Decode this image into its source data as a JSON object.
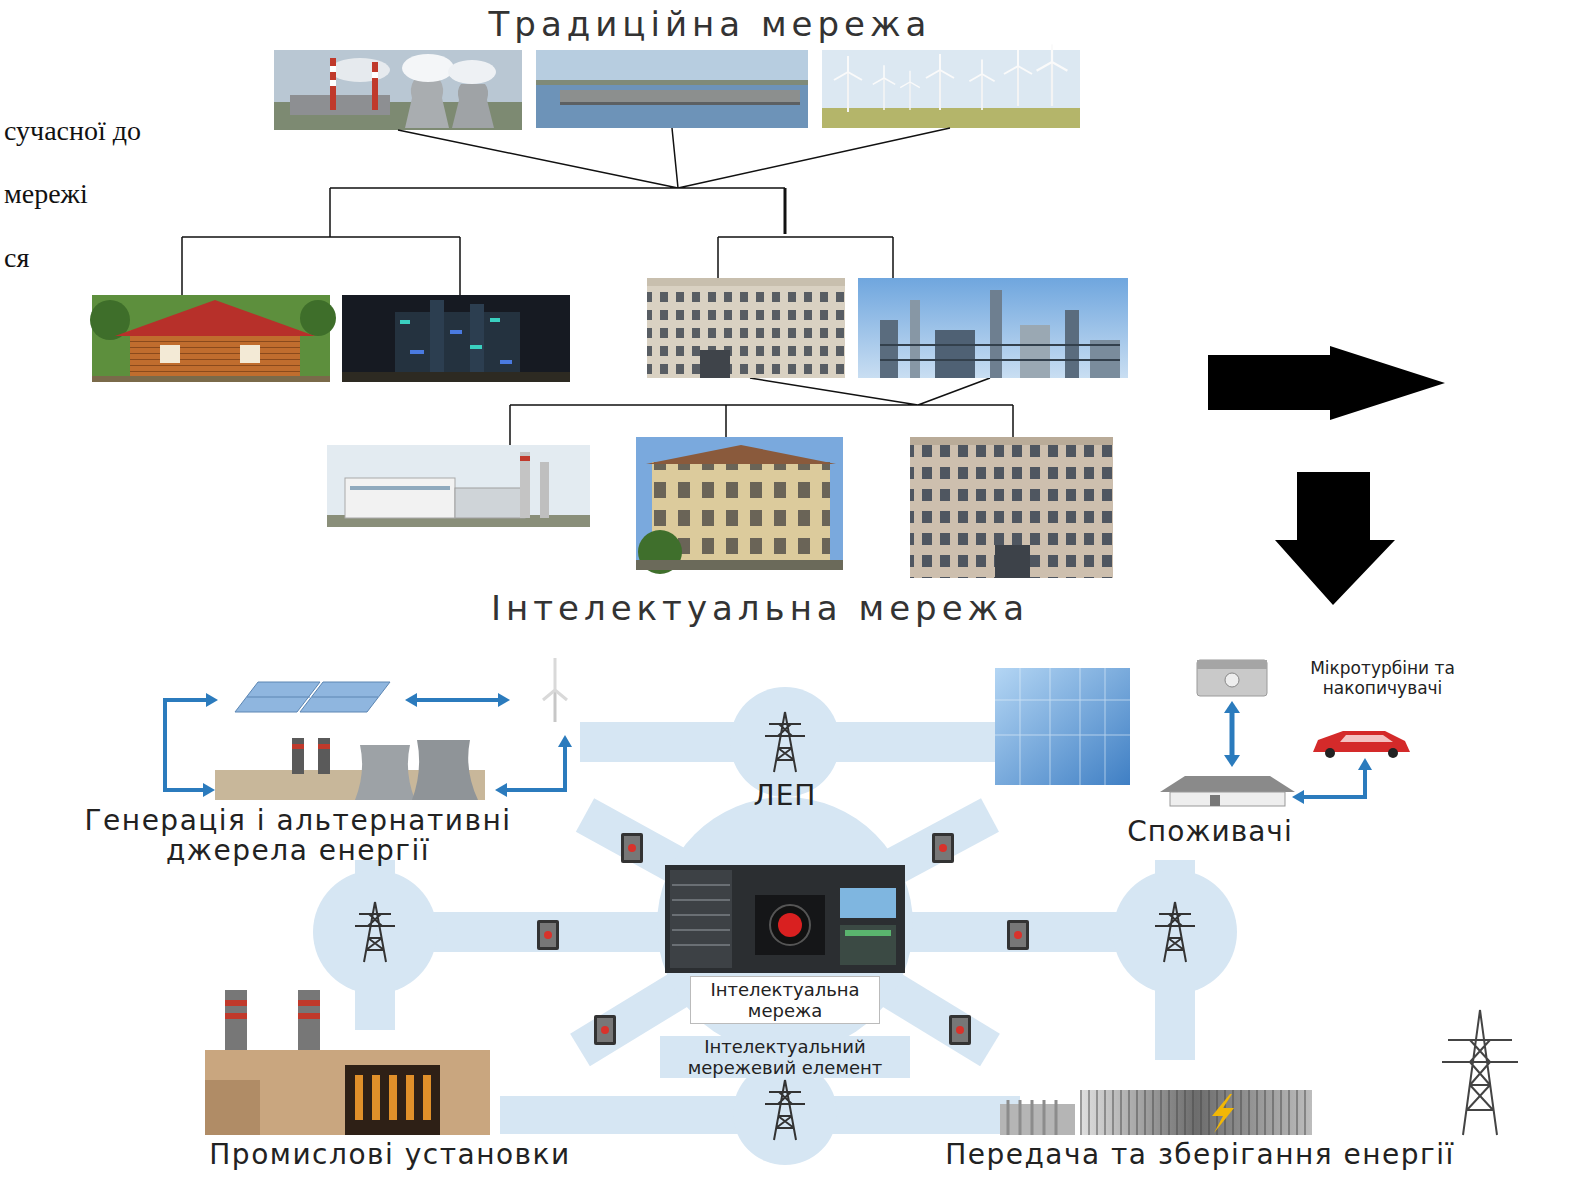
{
  "diagram": {
    "title": "Традиційна мережа",
    "nodes": [
      {
        "text": [
          "Генерація і альтернативні джерела енергії"
        ]
      },
      {
        "text": [
          "ЛЕП"
        ]
      },
      {
        "text": [
          "Мікротурбіни та накопичувачі"
        ]
      },
      {
        "text": [
          "Споживачі"
        ]
      },
      {
        "text": [
          "Інтелектуальна мережа",
          "Інтелектуальний мережевий елемент"
        ]
      },
      {
        "text": [
          "Промислові установки"
        ]
      },
      {
        "text": [
          "Передача та зберігання енергії"
        ]
      }
    ],
    "edges": [
      {
        "from": 2,
        "to": 3,
        "arrow": "both"
      }
    ],
    "labels": [
      "сучасної до",
      "мережі",
      "ся",
      "Інтелектуальна мережа"
    ]
  }
}
